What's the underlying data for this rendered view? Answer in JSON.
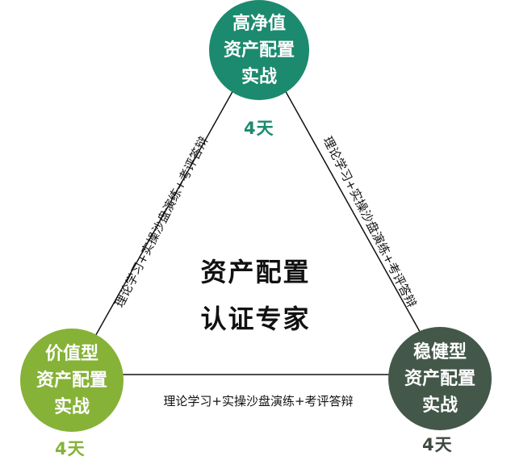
{
  "colors": {
    "top_circle": "#1c8a6e",
    "left_circle": "#86b237",
    "right_circle": "#44584a",
    "top_days": "#1c8a6e",
    "left_days": "#86b237",
    "right_days": "#3f4a42",
    "edge_line": "#111111"
  },
  "nodes": {
    "top": {
      "lines": [
        "高净值",
        "资产配置",
        "实战"
      ],
      "days": "4天"
    },
    "left": {
      "lines": [
        "价值型",
        "资产配置",
        "实战"
      ],
      "days": "4天"
    },
    "right": {
      "lines": [
        "稳健型",
        "资产配置",
        "实战"
      ],
      "days": "4天"
    }
  },
  "center": {
    "line1": "资产配置",
    "line2": "认证专家"
  },
  "edges": {
    "left": "理论学习+实操沙盘演练+考评答辩",
    "right": "理论学习+实操沙盘演练+考评答辩",
    "bottom": "理论学习+实操沙盘演练+考评答辩"
  }
}
